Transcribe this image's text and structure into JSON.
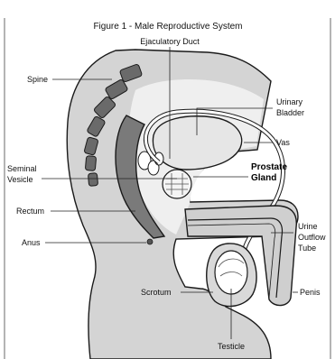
{
  "title": "Figure 1 - Male Reproductive System",
  "labels": {
    "ejaculatory_duct": "Ejaculatory Duct",
    "spine": "Spine",
    "urinary_bladder_1": "Urinary",
    "urinary_bladder_2": "Bladder",
    "vas": "Vas",
    "seminal_vesicle_1": "Seminal",
    "seminal_vesicle_2": "Vesicle",
    "prostate_gland_1": "Prostate",
    "prostate_gland_2": "Gland",
    "rectum": "Rectum",
    "urine_outflow_tube_1": "Urine",
    "urine_outflow_tube_2": "Outflow",
    "urine_outflow_tube_3": "Tube",
    "anus": "Anus",
    "scrotum": "Scrotum",
    "penis": "Penis",
    "testicle": "Testicle"
  }
}
